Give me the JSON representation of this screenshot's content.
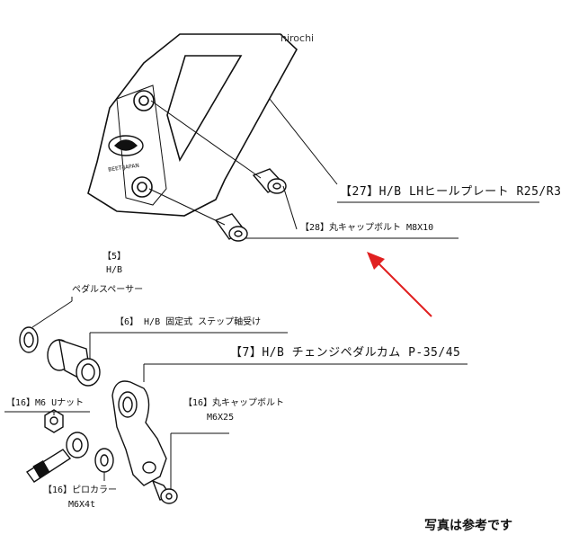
{
  "watermark": "hirochi",
  "caption": "写真は参考です",
  "labels": {
    "p27": "【27】H/B LHヒールプレート R25/R3",
    "p28": "【28】丸キャップボルト M8X10",
    "p5_num": "【5】",
    "p5_hb": "H/B",
    "p5_name": "ペダルスペーサー",
    "p6": "【6】 H/B 固定式 ステップ軸受け",
    "p7": "【7】H/B チェンジペダルカム P-35/45",
    "p16_nut": "【16】M6 Uナット",
    "p16_bolt": "【16】丸キャップボルト",
    "p16_bolt_size": "M6X25",
    "p16_collar": "【16】ピロカラー",
    "p16_collar_size": "M6X4t"
  },
  "logo_text": "BEET-JAPAN",
  "colors": {
    "line": "#111111",
    "arrow": "#e02020",
    "background": "#ffffff"
  }
}
